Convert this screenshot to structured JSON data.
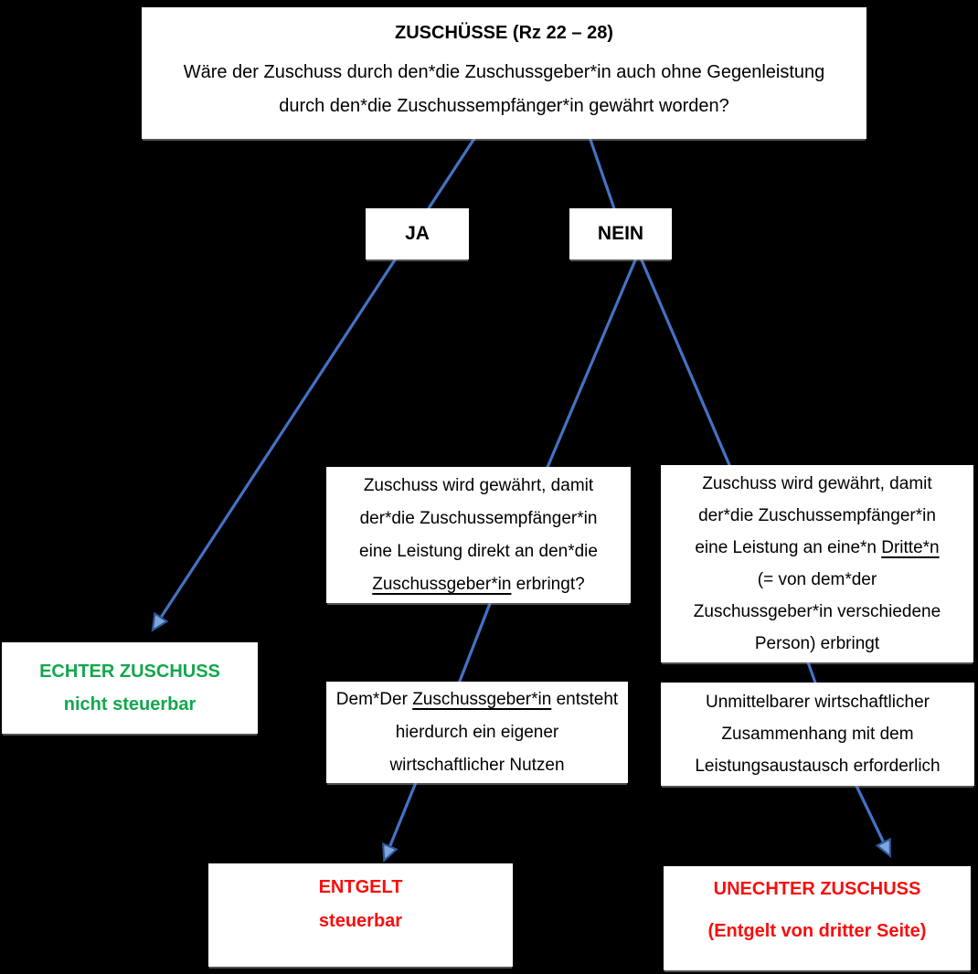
{
  "diagram": {
    "root": {
      "title": "ZUSCHÜSSE (Rz 22 – 28)",
      "question": "Wäre der Zuschuss durch den*die Zuschussgeber*in auch ohne Gegenleistung\ndurch den*die Zuschussempfänger*in gewährt worden?"
    },
    "branch_yes": {
      "label": "JA"
    },
    "branch_no": {
      "label": "NEIN"
    },
    "direct_service": {
      "pre": "Zuschuss wird gewährt, damit\nder*die Zuschussempfänger*in\neine Leistung direkt an den*die\n",
      "underlined": "Zuschussgeber*in",
      "post": " erbringt?"
    },
    "third_party_service": {
      "pre": "Zuschuss wird gewährt, damit\nder*die Zuschussempfänger*in\neine Leistung an eine*n ",
      "underlined": "Dritte*n",
      "post": "\n(= von dem*der\nZuschussgeber*in verschiedene\nPerson) erbringt"
    },
    "own_benefit": {
      "pre": "Dem*Der ",
      "underlined": "Zuschussgeber*in",
      "post": " entsteht hierdurch ein eigener\nwirtschaftlicher Nutzen"
    },
    "economic_link": {
      "text": "Unmittelbarer wirtschaftlicher\nZusammenhang mit dem\nLeistungsaustausch erforderlich"
    },
    "result_genuine": {
      "line1": "ECHTER ZUSCHUSS",
      "line2": "nicht steuerbar"
    },
    "result_payment": {
      "line1": "ENTGELT",
      "line2": "steuerbar"
    },
    "result_false": {
      "line1": "UNECHTER ZUSCHUSS",
      "line2": "(Entgelt von dritter Seite)"
    }
  },
  "colors": {
    "background": "#000000",
    "box_background": "#FFFFFF",
    "text": "#000000",
    "positive_green": "#12A74D",
    "negative_red": "#F90D0D",
    "arrow_line": "#4472C4",
    "arrow_head_fill": "#7BA7DE",
    "arrow_head_stroke": "#2F5597"
  }
}
